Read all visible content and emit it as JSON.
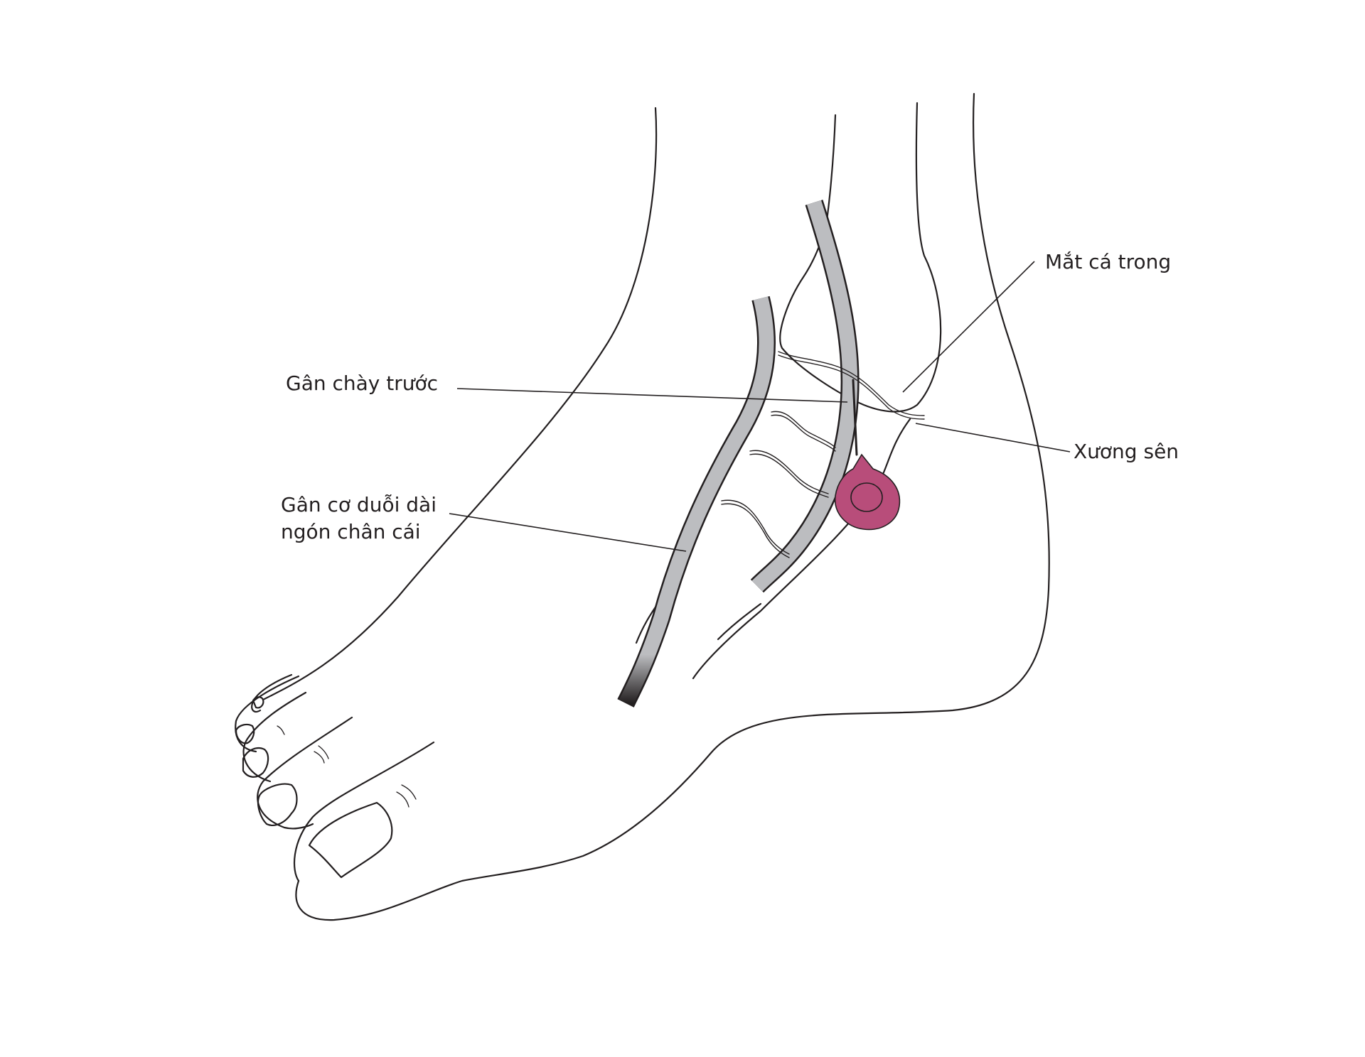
{
  "diagram": {
    "subject": "foot-ankle-anatomy",
    "colors": {
      "outline": "#231f20",
      "tendon_fill": "#bcbdc0",
      "marker_fill": "#b84d7a",
      "background": "#ffffff"
    },
    "labels": {
      "medial_malleolus": "Mắt cá trong",
      "tibialis_anterior": "Gân chày trước",
      "talus": "Xương sên",
      "ehl_line1": "Gân cơ duỗi dài",
      "ehl_line2": "ngón chân cái"
    }
  }
}
